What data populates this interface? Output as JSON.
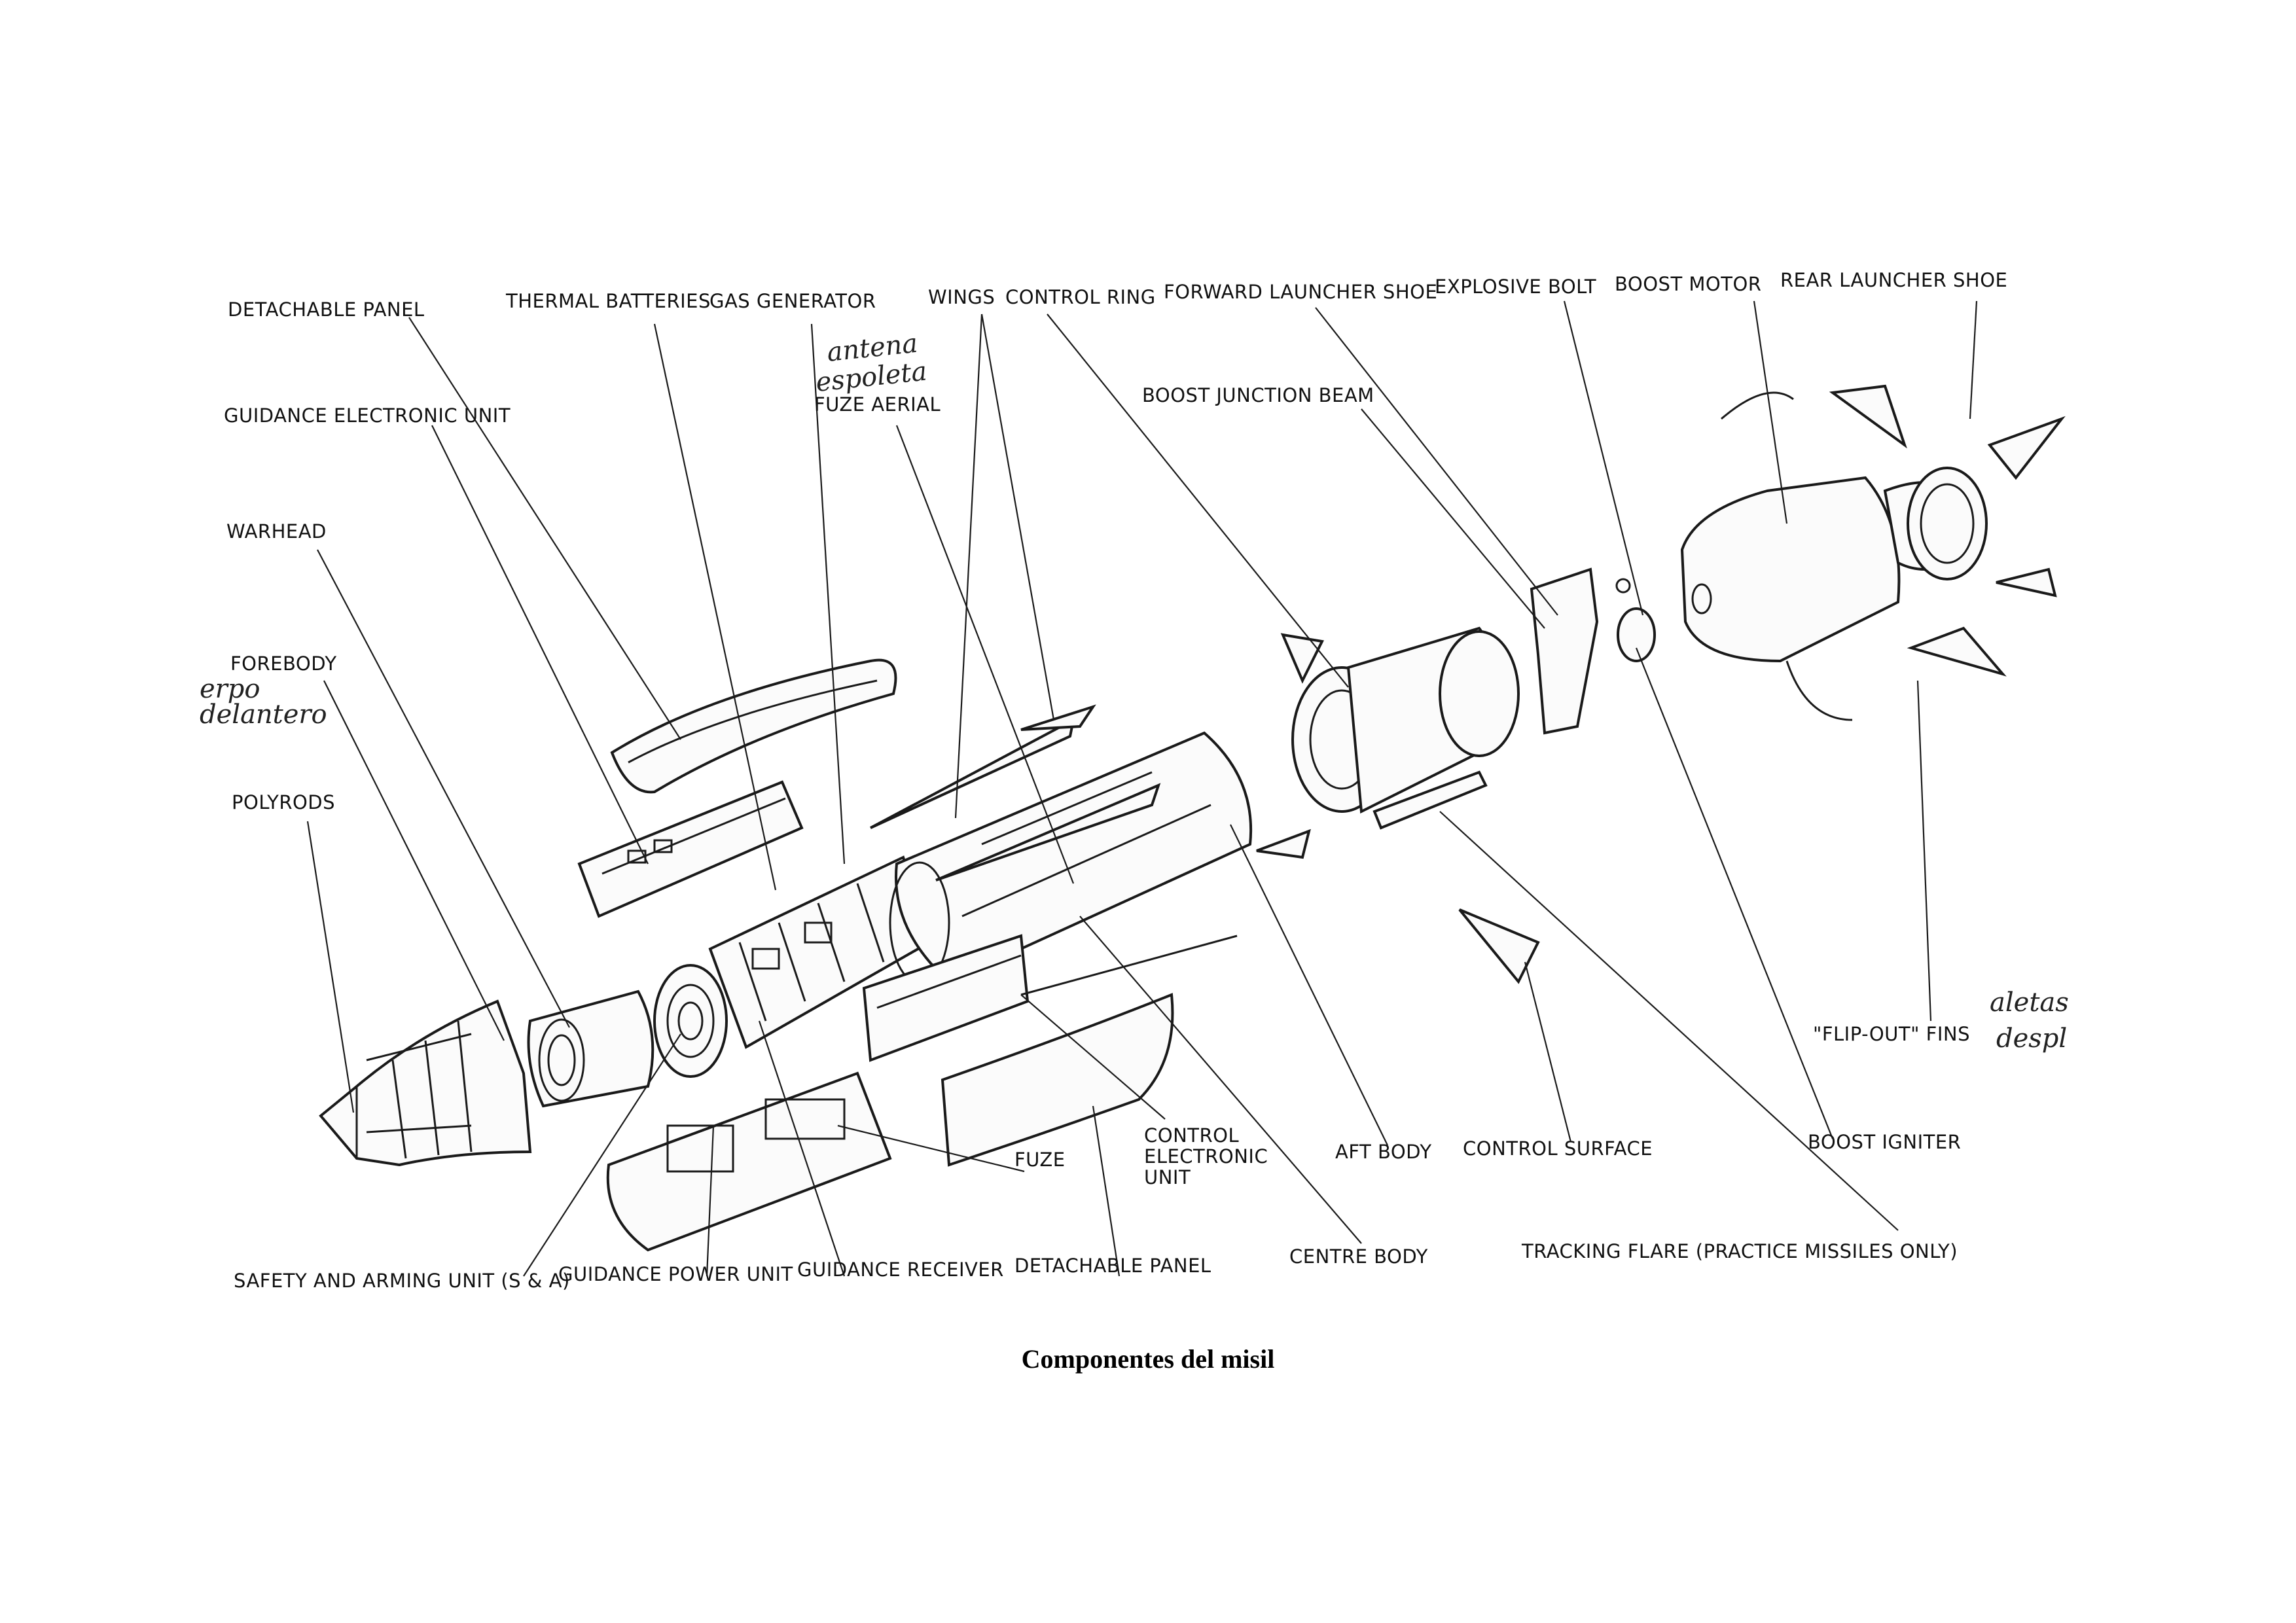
{
  "caption": "Componentes del misil",
  "labels": {
    "detachable_panel_top": "DETACHABLE PANEL",
    "thermal_batteries": "THERMAL BATTERIES",
    "gas_generator": "GAS GENERATOR",
    "wings": "WINGS",
    "control_ring": "CONTROL RING",
    "forward_launcher_shoe": "FORWARD LAUNCHER SHOE",
    "explosive_bolt": "EXPLOSIVE BOLT",
    "boost_motor": "BOOST MOTOR",
    "rear_launcher_shoe": "REAR LAUNCHER SHOE",
    "guidance_electronic_unit": "GUIDANCE ELECTRONIC UNIT",
    "fuze_aerial": "FUZE AERIAL",
    "boost_junction_beam": "BOOST JUNCTION BEAM",
    "warhead": "WARHEAD",
    "forebody": "FOREBODY",
    "polyrods": "POLYRODS",
    "flip_out_fins": "\"FLIP-OUT\" FINS",
    "control_electronic_unit_1": "CONTROL",
    "control_electronic_unit_2": "ELECTRONIC",
    "control_electronic_unit_3": "UNIT",
    "fuze": "FUZE",
    "aft_body": "AFT BODY",
    "control_surface": "CONTROL SURFACE",
    "boost_igniter": "BOOST IGNITER",
    "safety_and_arming_unit": "SAFETY AND ARMING UNIT (S & A)",
    "guidance_power_unit": "GUIDANCE POWER UNIT",
    "guidance_receiver": "GUIDANCE RECEIVER",
    "detachable_panel_bottom": "DETACHABLE PANEL",
    "centre_body": "CENTRE BODY",
    "tracking_flare": "TRACKING FLARE (PRACTICE MISSILES ONLY)"
  },
  "handwritten": {
    "antena": "antena",
    "espoleta": "espoleta",
    "cuerpo": "erpo",
    "delantero": "delantero",
    "aletas": "aletas",
    "desplegables": "despl"
  }
}
